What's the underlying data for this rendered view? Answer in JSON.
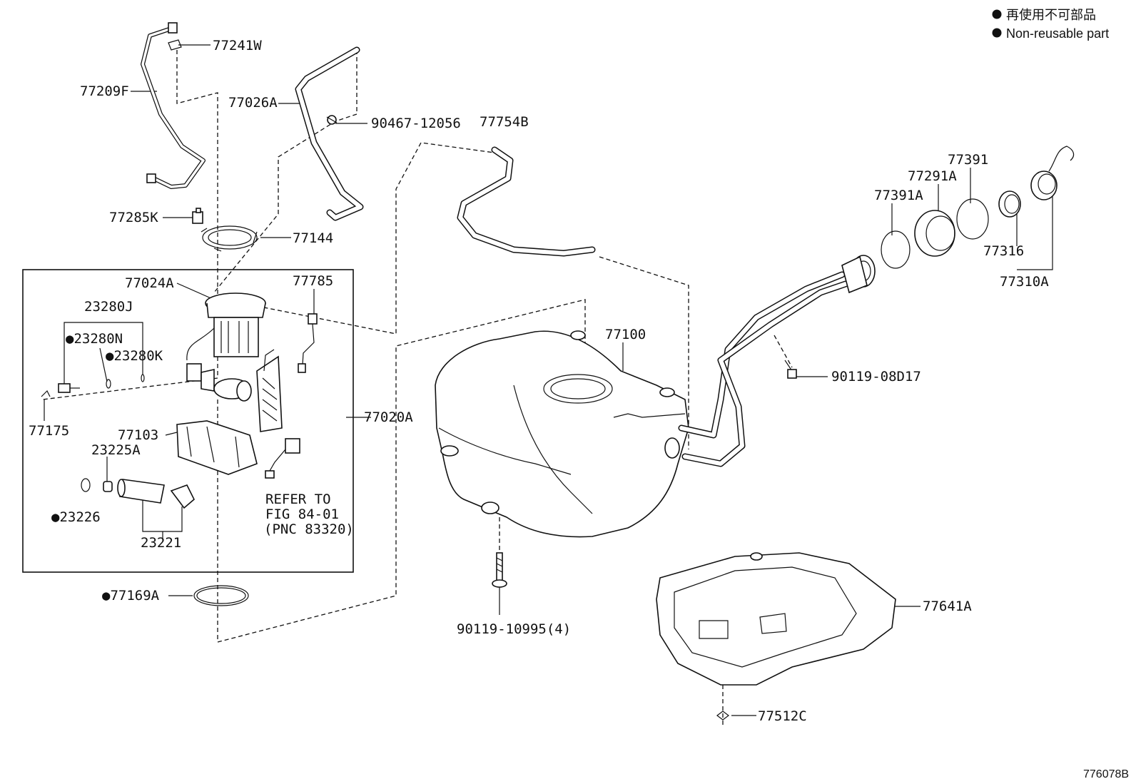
{
  "legend": {
    "line1": "再使用不可部品",
    "line2": "Non-reusable part"
  },
  "diagram_code": "776078B",
  "labels": {
    "p77241W": "77241W",
    "p77209F": "77209F",
    "p77026A": "77026A",
    "p90467": "90467-12056",
    "p77754B": "77754B",
    "p77285K": "77285K",
    "p77144": "77144",
    "p77024A": "77024A",
    "p77785": "77785",
    "p23280J": "23280J",
    "p23280N": "●23280N",
    "p23280K": "●23280K",
    "p77175": "77175",
    "p77103": "77103",
    "p23225A": "23225A",
    "p23226": "●23226",
    "p23221": "23221",
    "p77020A": "77020A",
    "refer1": "REFER TO",
    "refer2": "FIG 84-01",
    "refer3": "(PNC 83320)",
    "p77169A": "●77169A",
    "p77100": "77100",
    "p90119_08D17": "90119-08D17",
    "p90119_10995": "90119-10995(4)",
    "p77391": "77391",
    "p77291A": "77291A",
    "p77391A": "77391A",
    "p77316": "77316",
    "p77310A": "77310A",
    "p77641A": "77641A",
    "p77512C": "77512C"
  }
}
